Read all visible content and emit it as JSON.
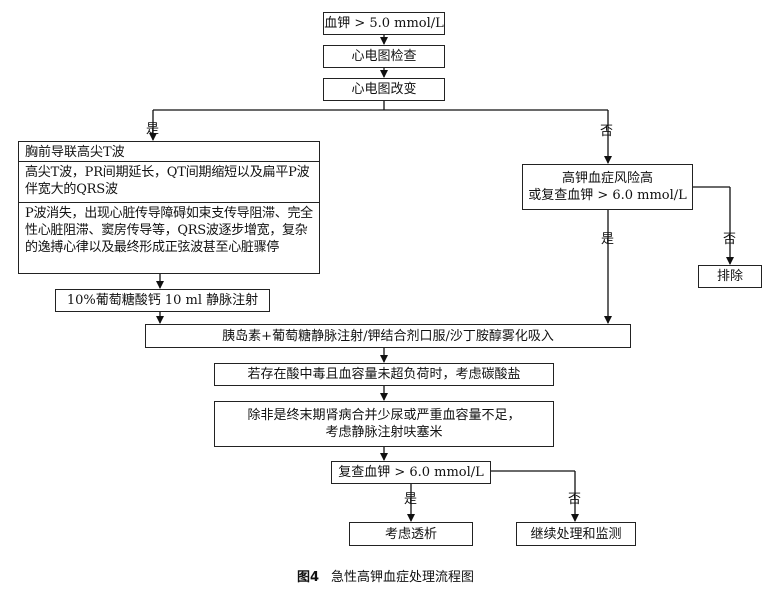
{
  "nodes": {
    "k_high": "血钾 > 5.0 mmol/L",
    "ecg_check": "心电图检查",
    "ecg_change": "心电图改变",
    "ecg_findings": [
      "胸前导联高尖T波",
      "高尖T波，PR间期延长，QT间期缩短以及扁平P波伴宽大的QRS波",
      "P波消失，出现心脏传导障碍如束支传导阻滞、完全性心脏阻滞、窦房传导等，QRS波逐步增宽，复杂的逸搏心律以及最终形成正弦波甚至心脏骤停"
    ],
    "calcium": "10%葡萄糖酸钙 10 ml 静脉注射",
    "risk": [
      "高钾血症风险高",
      "或复查血钾 > 6.0 mmol/L"
    ],
    "exclude": "排除",
    "insulin": "胰岛素+葡萄糖静脉注射/钾结合剂口服/沙丁胺醇雾化吸入",
    "bicarb": "若存在酸中毒且血容量未超负荷时，考虑碳酸盐",
    "furosemide": [
      "除非是终末期肾病合并少尿或严重血容量不足，",
      "考虑静脉注射呋塞米"
    ],
    "recheck": "复查血钾 > 6.0 mmol/L",
    "dialysis": "考虑透析",
    "monitor": "继续处理和监测"
  },
  "labels": {
    "yes1": "是",
    "no1": "否",
    "yes2": "是",
    "no2": "否",
    "yes3": "是",
    "no3": "否"
  },
  "caption": {
    "number": "图4",
    "title": "急性高钾血症处理流程图"
  }
}
